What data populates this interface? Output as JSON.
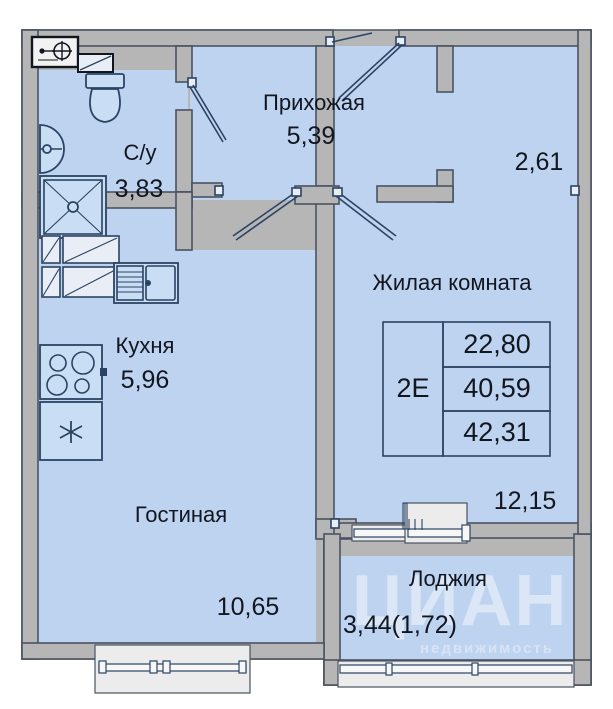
{
  "plan": {
    "type": "apartment-floor-plan",
    "apartment_code": "2E",
    "colors": {
      "room_fill": "#bed3f0",
      "wall_fill": "#b6b6b6",
      "wall_stroke": "#4a5361",
      "fixture_stroke": "#2b4463",
      "fixture_fill": "#c9ddf5",
      "outer_background": "#ffffff",
      "text": "#11161f",
      "window_fill": "#eaeaea"
    },
    "rooms": [
      {
        "id": "hall",
        "name": "Прихожая",
        "area": "5,39"
      },
      {
        "id": "bathroom",
        "name": "С/у",
        "area": "3,83"
      },
      {
        "id": "kitchen",
        "name": "Кухня",
        "area": "5,96"
      },
      {
        "id": "living",
        "name": "Гостиная",
        "area": "10,65"
      },
      {
        "id": "bedroom",
        "name": "Жилая комната",
        "area": "12,15"
      },
      {
        "id": "loggia",
        "name": "Лоджия",
        "area": "3,44(1,72)"
      }
    ],
    "unlabeled_areas": [
      {
        "id": "niche",
        "area": "2,61"
      }
    ],
    "area_table": {
      "code": "2E",
      "rows": [
        "22,80",
        "40,59",
        "42,31"
      ]
    },
    "watermark": {
      "text": "ЦИАН",
      "sub": "недвижимость"
    },
    "fixtures": [
      {
        "name": "meter-panel-icon"
      },
      {
        "name": "vent-duct-icon"
      },
      {
        "name": "toilet-icon"
      },
      {
        "name": "sink-icon"
      },
      {
        "name": "shower-tray-icon"
      },
      {
        "name": "washing-machine-icon"
      },
      {
        "name": "kitchen-sink-icon"
      },
      {
        "name": "stove-icon"
      },
      {
        "name": "radiator-icon"
      },
      {
        "name": "wardrobe-icon"
      },
      {
        "name": "window-icon"
      },
      {
        "name": "balcony-door-icon"
      },
      {
        "name": "entry-door-icon"
      },
      {
        "name": "swing-door-icon"
      }
    ]
  }
}
